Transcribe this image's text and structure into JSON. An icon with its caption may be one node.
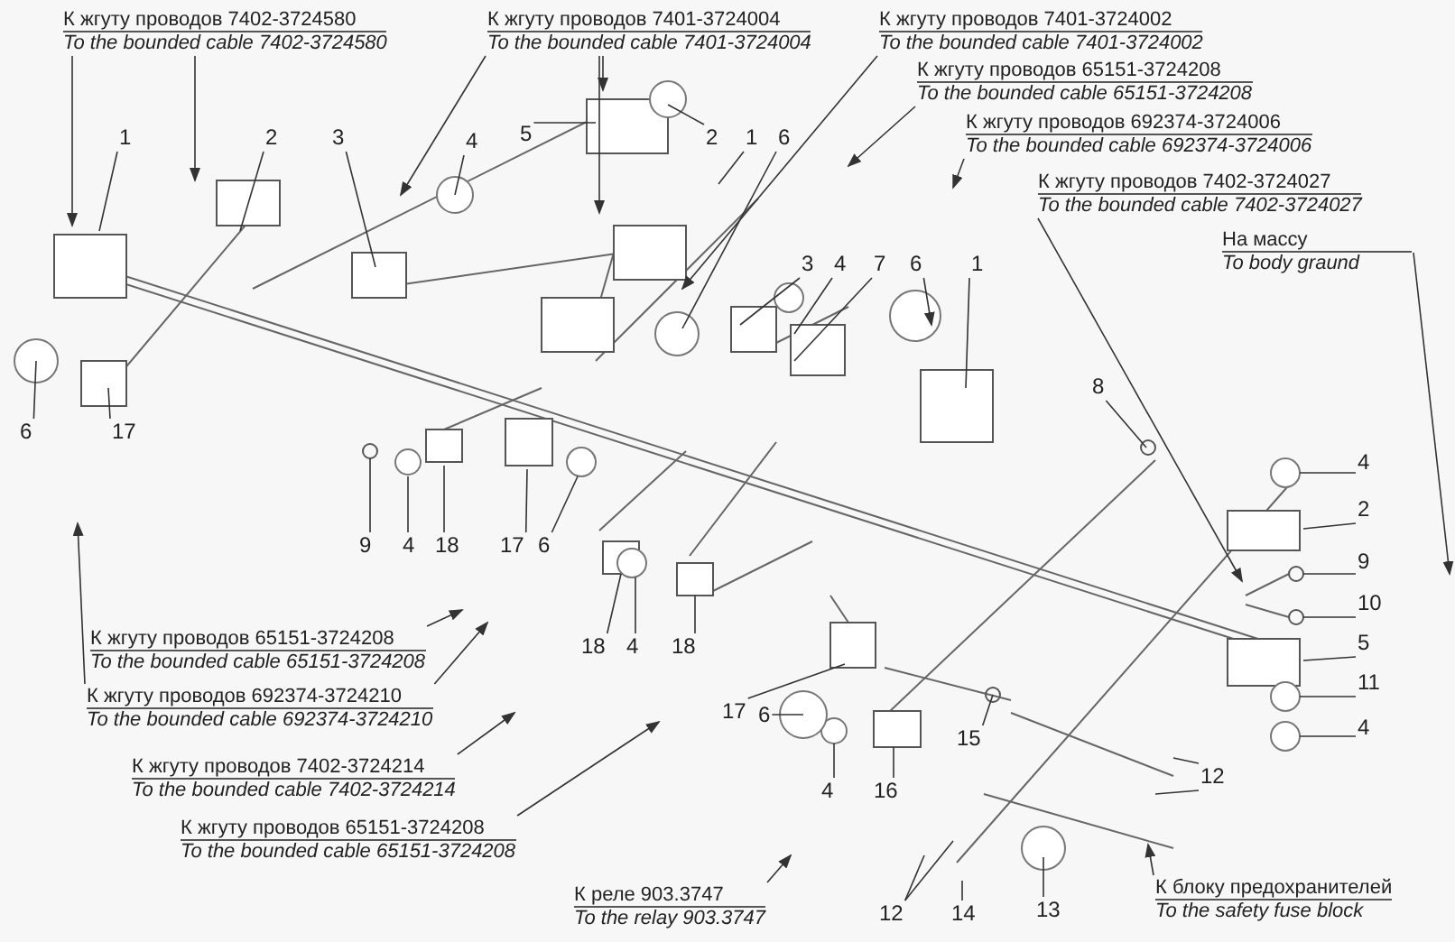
{
  "diagram": {
    "nodes": [
      {
        "text": [
          "К жгуту проводов 7402-3724580",
          "To the bounded cable 7402-3724580"
        ]
      },
      {
        "text": [
          "К жгуту проводов 7401-3724004",
          "To the bounded cable 7401-3724004"
        ]
      },
      {
        "text": [
          "К жгуту проводов 7401-3724002",
          "To the bounded cable 7401-3724002"
        ]
      },
      {
        "text": [
          "К жгуту проводов 65151-3724208",
          "To the bounded cable 65151-3724208"
        ]
      },
      {
        "text": [
          "К жгуту проводов 692374-3724006",
          "To the bounded cable 692374-3724006"
        ]
      },
      {
        "text": [
          "К жгуту проводов 7402-3724027",
          "To the bounded cable 7402-3724027"
        ]
      },
      {
        "text": [
          "5"
        ]
      },
      {
        "text": [
          "1"
        ]
      },
      {
        "text": [
          "2"
        ]
      },
      {
        "text": [
          "3"
        ]
      },
      {
        "text": [
          "4"
        ]
      },
      {
        "text": [
          "2"
        ]
      },
      {
        "text": [
          "1"
        ]
      },
      {
        "text": [
          "6"
        ]
      },
      {
        "text": [
          "На массу",
          "To body graund"
        ]
      },
      {
        "text": [
          "3"
        ]
      },
      {
        "text": [
          "4"
        ]
      },
      {
        "text": [
          "7"
        ]
      },
      {
        "text": [
          "6"
        ]
      },
      {
        "text": [
          "1"
        ]
      },
      {
        "text": [
          "8"
        ]
      },
      {
        "text": [
          "6"
        ]
      },
      {
        "text": [
          "17"
        ]
      },
      {
        "text": [
          "4"
        ]
      },
      {
        "text": [
          "2"
        ]
      },
      {
        "text": [
          "9"
        ]
      },
      {
        "text": [
          "10"
        ]
      },
      {
        "text": [
          "9"
        ]
      },
      {
        "text": [
          "4"
        ]
      },
      {
        "text": [
          "18"
        ]
      },
      {
        "text": [
          "17"
        ]
      },
      {
        "text": [
          "6"
        ]
      },
      {
        "text": [
          "К жгуту проводов 65151-3724208",
          "To the bounded cable 65151-3724208"
        ]
      },
      {
        "text": [
          "5"
        ]
      },
      {
        "text": [
          "К жгуту проводов 692374-3724210",
          "To the bounded cable 692374-3724210"
        ]
      },
      {
        "text": [
          "18"
        ]
      },
      {
        "text": [
          "4"
        ]
      },
      {
        "text": [
          "18"
        ]
      },
      {
        "text": [
          "11"
        ]
      },
      {
        "text": [
          "17"
        ]
      },
      {
        "text": [
          "6"
        ]
      },
      {
        "text": [
          "4"
        ]
      },
      {
        "text": [
          "15"
        ]
      },
      {
        "text": [
          "К жгуту проводов 7402-3724214",
          "To the bounded cable 7402-3724214"
        ]
      },
      {
        "text": [
          "12"
        ]
      },
      {
        "text": [
          "4"
        ]
      },
      {
        "text": [
          "16"
        ]
      },
      {
        "text": [
          "К жгуту проводов 65151-3724208",
          "To the bounded cable 65151-3724208"
        ]
      },
      {
        "text": [
          "К реле 903.3747",
          "To the relay 903.3747"
        ]
      },
      {
        "text": [
          "К блоку предохранителей",
          "To the safety fuse block"
        ]
      },
      {
        "text": [
          "12"
        ]
      },
      {
        "text": [
          "14"
        ]
      },
      {
        "text": [
          "13"
        ]
      }
    ],
    "edges": [
      {
        "from": 0,
        "to": null,
        "arrow": "to"
      },
      {
        "from": 0,
        "to": null,
        "arrow": "to"
      },
      {
        "from": 1,
        "to": null,
        "arrow": "to"
      },
      {
        "from": 1,
        "to": null,
        "arrow": "to"
      },
      {
        "from": 1,
        "to": null,
        "arrow": "to"
      },
      {
        "from": 2,
        "to": null,
        "arrow": "to"
      },
      {
        "from": 3,
        "to": null,
        "arrow": "to"
      },
      {
        "from": 4,
        "to": null,
        "arrow": "to"
      },
      {
        "from": 5,
        "to": null,
        "arrow": "to"
      },
      {
        "from": 6,
        "to": null,
        "arrow": "none"
      },
      {
        "from": 7,
        "to": null,
        "arrow": "none"
      },
      {
        "from": 8,
        "to": null,
        "arrow": "none"
      },
      {
        "from": 9,
        "to": null,
        "arrow": "none"
      },
      {
        "from": 10,
        "to": null,
        "arrow": "none"
      },
      {
        "from": 11,
        "to": null,
        "arrow": "none"
      },
      {
        "from": 12,
        "to": null,
        "arrow": "none"
      },
      {
        "from": 13,
        "to": null,
        "arrow": "none"
      },
      {
        "from": 14,
        "to": null,
        "arrow": "to"
      },
      {
        "from": 15,
        "to": null,
        "arrow": "none"
      },
      {
        "from": 16,
        "to": null,
        "arrow": "none"
      },
      {
        "from": 17,
        "to": null,
        "arrow": "none"
      },
      {
        "from": 18,
        "to": null,
        "arrow": "to"
      },
      {
        "from": 19,
        "to": null,
        "arrow": "none"
      },
      {
        "from": 20,
        "to": null,
        "arrow": "none"
      },
      {
        "from": 21,
        "to": null,
        "arrow": "none"
      },
      {
        "from": 22,
        "to": null,
        "arrow": "none"
      },
      {
        "from": 23,
        "to": null,
        "arrow": "none"
      },
      {
        "from": 24,
        "to": null,
        "arrow": "none"
      },
      {
        "from": 25,
        "to": null,
        "arrow": "none"
      },
      {
        "from": 26,
        "to": null,
        "arrow": "none"
      },
      {
        "from": 27,
        "to": null,
        "arrow": "none"
      },
      {
        "from": 28,
        "to": null,
        "arrow": "none"
      },
      {
        "from": 29,
        "to": null,
        "arrow": "none"
      },
      {
        "from": 30,
        "to": null,
        "arrow": "none"
      },
      {
        "from": 31,
        "to": null,
        "arrow": "none"
      },
      {
        "from": 32,
        "to": null,
        "arrow": "to"
      },
      {
        "from": 33,
        "to": null,
        "arrow": "none"
      },
      {
        "from": 34,
        "to": null,
        "arrow": "to"
      },
      {
        "from": 34,
        "to": null,
        "arrow": "to"
      },
      {
        "from": 35,
        "to": null,
        "arrow": "none"
      },
      {
        "from": 36,
        "to": null,
        "arrow": "none"
      },
      {
        "from": 37,
        "to": null,
        "arrow": "none"
      },
      {
        "from": 38,
        "to": null,
        "arrow": "none"
      },
      {
        "from": 39,
        "to": null,
        "arrow": "none"
      },
      {
        "from": 40,
        "to": null,
        "arrow": "none"
      },
      {
        "from": 41,
        "to": null,
        "arrow": "none"
      },
      {
        "from": 42,
        "to": null,
        "arrow": "none"
      },
      {
        "from": 43,
        "to": null,
        "arrow": "to"
      },
      {
        "from": 44,
        "to": null,
        "arrow": "none"
      },
      {
        "from": 44,
        "to": null,
        "arrow": "none"
      },
      {
        "from": 45,
        "to": null,
        "arrow": "none"
      },
      {
        "from": 46,
        "to": null,
        "arrow": "none"
      },
      {
        "from": 47,
        "to": null,
        "arrow": "to"
      },
      {
        "from": 48,
        "to": null,
        "arrow": "to"
      },
      {
        "from": 49,
        "to": null,
        "arrow": "to"
      },
      {
        "from": 50,
        "to": null,
        "arrow": "none"
      },
      {
        "from": 50,
        "to": null,
        "arrow": "none"
      },
      {
        "from": 51,
        "to": null,
        "arrow": "none"
      },
      {
        "from": 52,
        "to": null,
        "arrow": "none"
      }
    ]
  }
}
